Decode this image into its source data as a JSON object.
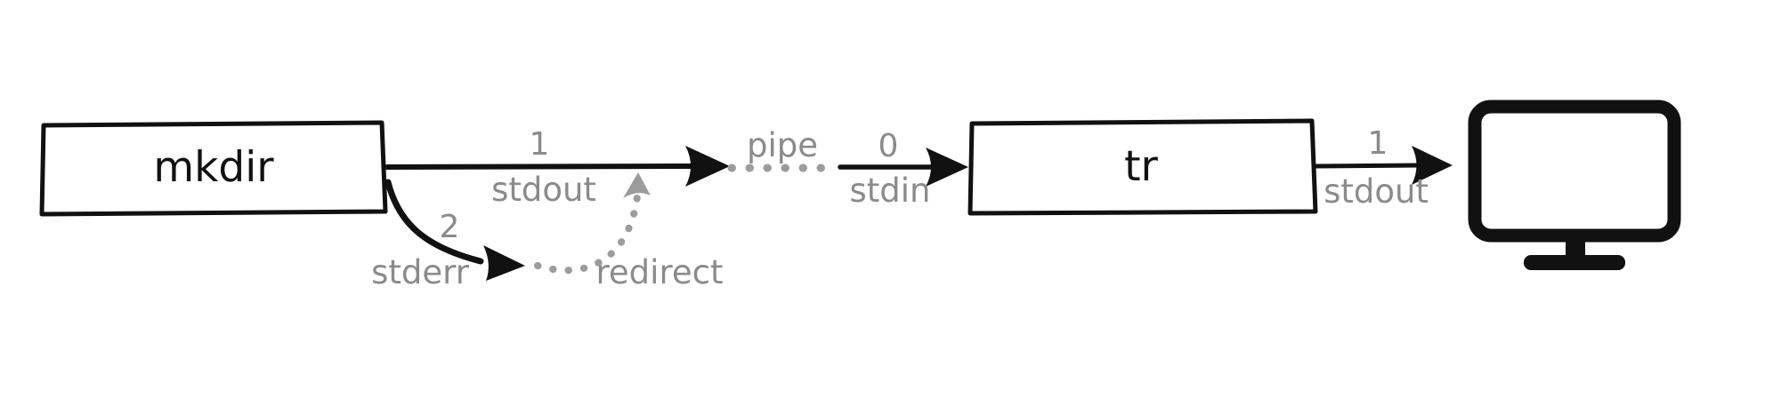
{
  "canvas": {
    "background": "#ffffff",
    "ink": "#111111",
    "muted": "#8b8b8b",
    "dotted": "#9c9c9c"
  },
  "nodes": {
    "mkdir": {
      "label": "mkdir"
    },
    "tr": {
      "label": "tr"
    },
    "display": {
      "icon": "monitor"
    }
  },
  "edges": {
    "mkdir_stdout": {
      "fd": "1",
      "label": "stdout"
    },
    "mkdir_stderr": {
      "fd": "2",
      "label": "stderr"
    },
    "redirect": {
      "label": "redirect"
    },
    "pipe": {
      "label": "pipe"
    },
    "tr_stdin": {
      "fd": "0",
      "label": "stdin"
    },
    "tr_stdout": {
      "fd": "1",
      "label": "stdout"
    }
  }
}
